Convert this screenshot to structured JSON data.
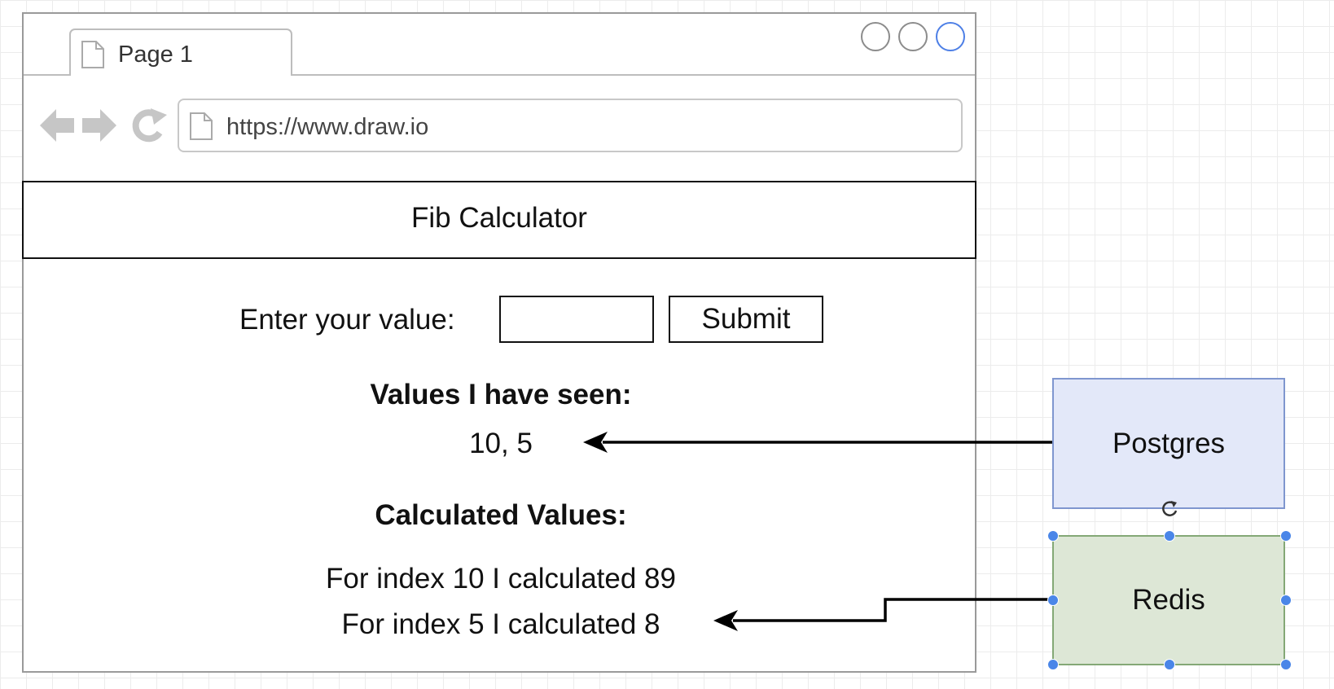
{
  "browser": {
    "tab_label": "Page 1",
    "url": "https://www.draw.io"
  },
  "app": {
    "title": "Fib Calculator",
    "input_label": "Enter your value:",
    "input_value": "",
    "submit_label": "Submit",
    "seen_heading": "Values I have seen:",
    "seen_values": "10, 5",
    "calc_heading": "Calculated Values:",
    "calc_rows": [
      "For index 10 I calculated 89",
      "For index 5 I calculated 8"
    ]
  },
  "shapes": {
    "postgres": {
      "label": "Postgres",
      "fill": "#e3e8f9",
      "stroke": "#7f96cf"
    },
    "redis": {
      "label": "Redis",
      "fill": "#dde7d6",
      "stroke": "#84a876",
      "selected": true
    }
  },
  "colors": {
    "selection_handle": "#4a86e8",
    "connector": "#000000",
    "grid": "#ececec"
  }
}
